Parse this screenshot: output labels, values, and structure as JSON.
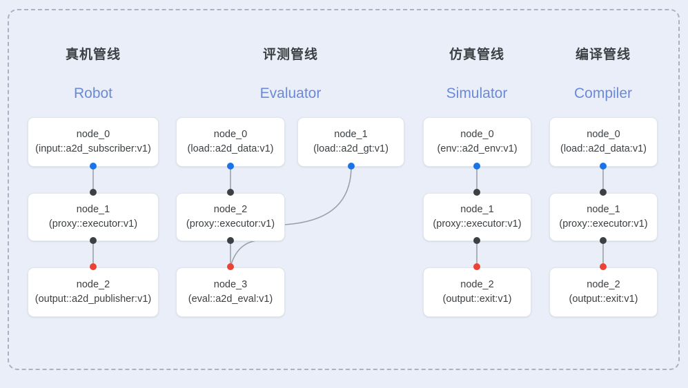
{
  "diagram": {
    "title_visible": false,
    "background_color": "#e9eef9",
    "frame_border_color": "#a9b2c4",
    "port_colors": {
      "input": "#1a73e8",
      "internal": "#3c4043",
      "output": "#ea4335"
    },
    "edge_color": "#9aa0a6"
  },
  "columns": [
    {
      "id": "robot",
      "title_cn": "真机管线",
      "title_en": "Robot",
      "nodes": [
        {
          "name": "node_0",
          "type": "(input::a2d_subscriber:v1)"
        },
        {
          "name": "node_1",
          "type": "(proxy::executor:v1)"
        },
        {
          "name": "node_2",
          "type": "(output::a2d_publisher:v1)"
        }
      ]
    },
    {
      "id": "evaluator",
      "title_cn": "评测管线",
      "title_en": "Evaluator",
      "nodes": [
        {
          "name": "node_0",
          "type": "(load::a2d_data:v1)"
        },
        {
          "name": "node_1",
          "type": "(load::a2d_gt:v1)"
        },
        {
          "name": "node_2",
          "type": "(proxy::executor:v1)"
        },
        {
          "name": "node_3",
          "type": "(eval::a2d_eval:v1)"
        }
      ]
    },
    {
      "id": "simulator",
      "title_cn": "仿真管线",
      "title_en": "Simulator",
      "nodes": [
        {
          "name": "node_0",
          "type": "(env::a2d_env:v1)"
        },
        {
          "name": "node_1",
          "type": "(proxy::executor:v1)"
        },
        {
          "name": "node_2",
          "type": "(output::exit:v1)"
        }
      ]
    },
    {
      "id": "compiler",
      "title_cn": "编译管线",
      "title_en": "Compiler",
      "nodes": [
        {
          "name": "node_0",
          "type": "(load::a2d_data:v1)"
        },
        {
          "name": "node_1",
          "type": "(proxy::executor:v1)"
        },
        {
          "name": "node_2",
          "type": "(output::exit:v1)"
        }
      ]
    }
  ]
}
